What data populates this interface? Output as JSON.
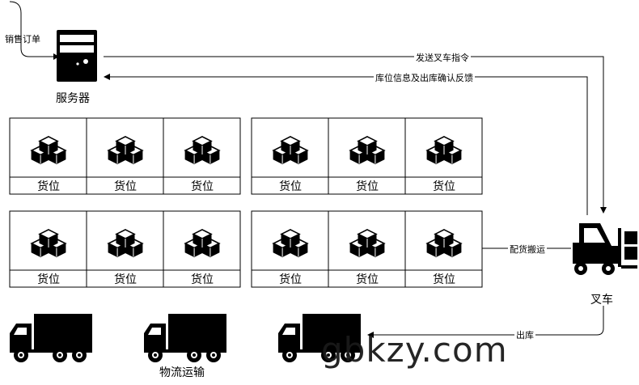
{
  "labels": {
    "sales_order": "销售订单",
    "server": "服务器",
    "send_forklift_cmd": "发送叉车指令",
    "feedback": "库位信息及出库确认反馈",
    "picking_transport": "配货搬运",
    "forklift": "叉车",
    "outbound": "出库",
    "logistics": "物流运输"
  },
  "slot_label": "货位",
  "slots": [
    {
      "label": "货位"
    },
    {
      "label": "货位"
    },
    {
      "label": "货位"
    },
    {
      "label": "货位"
    },
    {
      "label": "货位"
    },
    {
      "label": "货位"
    },
    {
      "label": "货位"
    },
    {
      "label": "货位"
    },
    {
      "label": "货位"
    },
    {
      "label": "货位"
    },
    {
      "label": "货位"
    },
    {
      "label": "货位"
    }
  ],
  "watermark": "gbkzy.com"
}
